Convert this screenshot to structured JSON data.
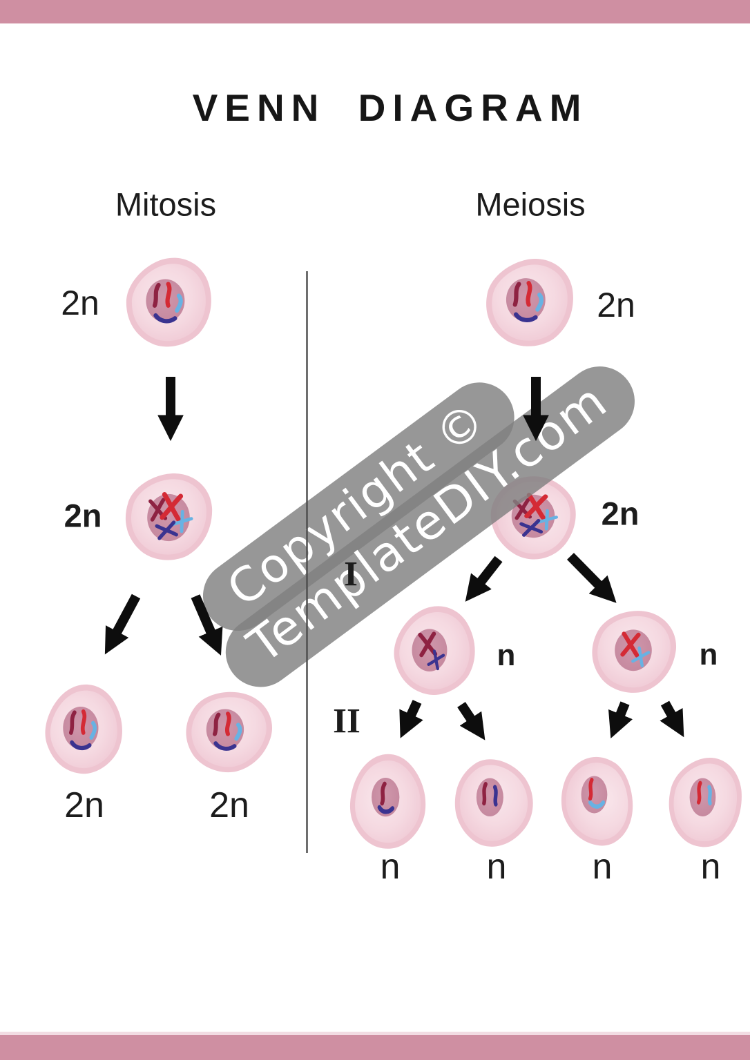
{
  "page": {
    "title": "VENN DIAGRAM"
  },
  "watermark": {
    "line1": "Copyright ©",
    "line2": "TemplateDIY.com"
  },
  "mitosis": {
    "heading": "Mitosis",
    "parent_ploidy": "2n",
    "metaphase_ploidy": "2n",
    "daughter_ploidy": [
      "2n",
      "2n"
    ]
  },
  "meiosis": {
    "heading": "Meiosis",
    "parent_ploidy": "2n",
    "metaphase_ploidy": "2n",
    "division_1": "I",
    "division_2": "II",
    "secondary_ploidy": [
      "n",
      "n"
    ],
    "gamete_ploidy": [
      "n",
      "n",
      "n",
      "n"
    ]
  },
  "colors": {
    "bar_pink": "#cf8fa2",
    "title_ink": "#161616",
    "label_ink": "#1c1c1c",
    "arrow_ink": "#0d0d0d",
    "divider_gray": "#4f4f4f",
    "watermark_band": "rgba(128,128,128,0.82)",
    "watermark_text": "#ffffff",
    "cell_edge": "#eec4d0",
    "cell_body_light": "#f9e7ec",
    "cell_body": "#f5d9e1",
    "cell_body_edge": "#f0cbd6",
    "nucleus": "#cf97ab",
    "nucleus_dark": "#c5889e",
    "chromosome_dark_red": "#8e2242",
    "chromosome_red": "#d42a35",
    "chromosome_blue": "#68b2e3",
    "chromosome_purple": "#3a3390"
  }
}
